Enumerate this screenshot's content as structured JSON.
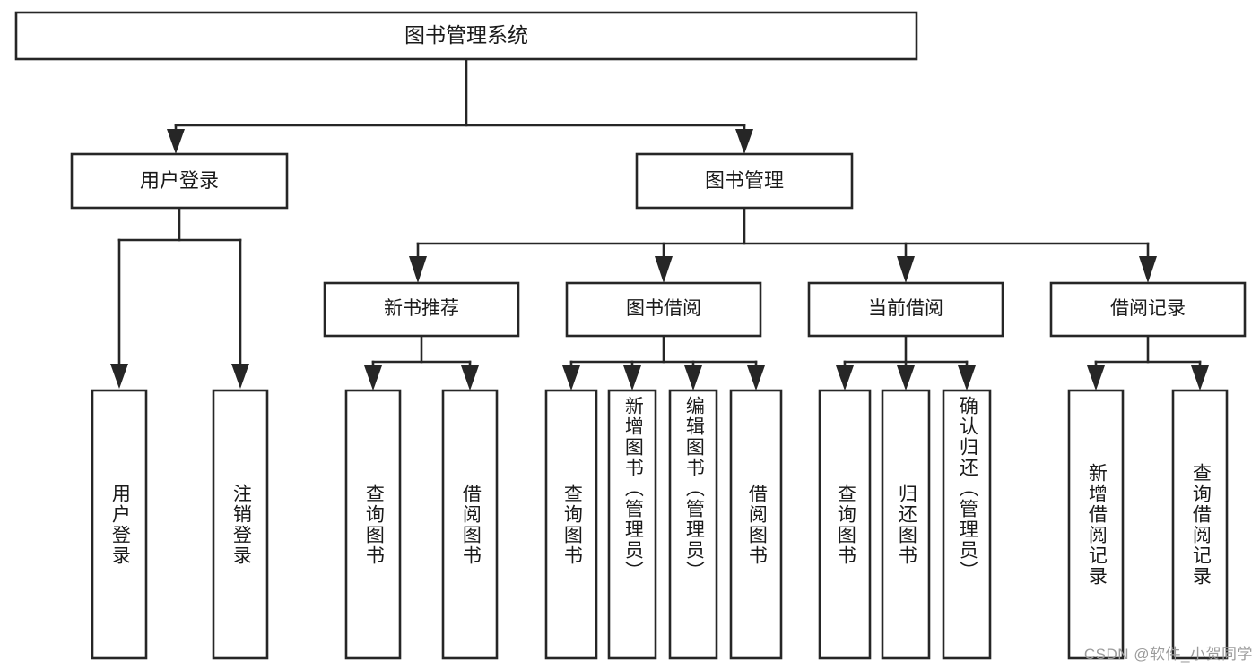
{
  "diagram": {
    "type": "tree-hierarchy",
    "title": "图书管理系统",
    "root": {
      "id": "root",
      "label": "图书管理系统",
      "level": 0
    },
    "level1": [
      {
        "id": "user-login",
        "label": "用户登录"
      },
      {
        "id": "book-management",
        "label": "图书管理"
      }
    ],
    "level2": [
      {
        "id": "new-book-recommend",
        "label": "新书推荐",
        "parent": "book-management"
      },
      {
        "id": "book-borrow",
        "label": "图书借阅",
        "parent": "book-management"
      },
      {
        "id": "current-borrow",
        "label": "当前借阅",
        "parent": "book-management"
      },
      {
        "id": "borrow-record",
        "label": "借阅记录",
        "parent": "book-management"
      }
    ],
    "leaves": {
      "user_login": [
        {
          "id": "leaf-user-login",
          "label": "用户登录"
        },
        {
          "id": "leaf-user-logout",
          "label": "注销登录"
        }
      ],
      "new_book_recommend": [
        {
          "id": "leaf-query-book-1",
          "label": "查询图书"
        },
        {
          "id": "leaf-borrow-book-1",
          "label": "借阅图书"
        }
      ],
      "book_borrow": [
        {
          "id": "leaf-query-book-2",
          "label": "查询图书"
        },
        {
          "id": "leaf-add-book",
          "label": "新增图书（管理员）"
        },
        {
          "id": "leaf-edit-book",
          "label": "编辑图书（管理员）"
        },
        {
          "id": "leaf-borrow-book-2",
          "label": "借阅图书"
        }
      ],
      "current_borrow": [
        {
          "id": "leaf-query-book-3",
          "label": "查询图书"
        },
        {
          "id": "leaf-return-book",
          "label": "归还图书"
        },
        {
          "id": "leaf-confirm-return",
          "label": "确认归还（管理员）"
        }
      ],
      "borrow_record": [
        {
          "id": "leaf-add-record",
          "label": "新增借阅记录"
        },
        {
          "id": "leaf-query-record",
          "label": "查询借阅记录"
        }
      ]
    }
  },
  "watermark": {
    "text": "CSDN @软件_小贺同学"
  },
  "colors": {
    "stroke": "#262626",
    "box_fill": "#ffffff",
    "text": "#1a1a1a",
    "watermark": "#9b9b9b",
    "background": "#ffffff"
  }
}
